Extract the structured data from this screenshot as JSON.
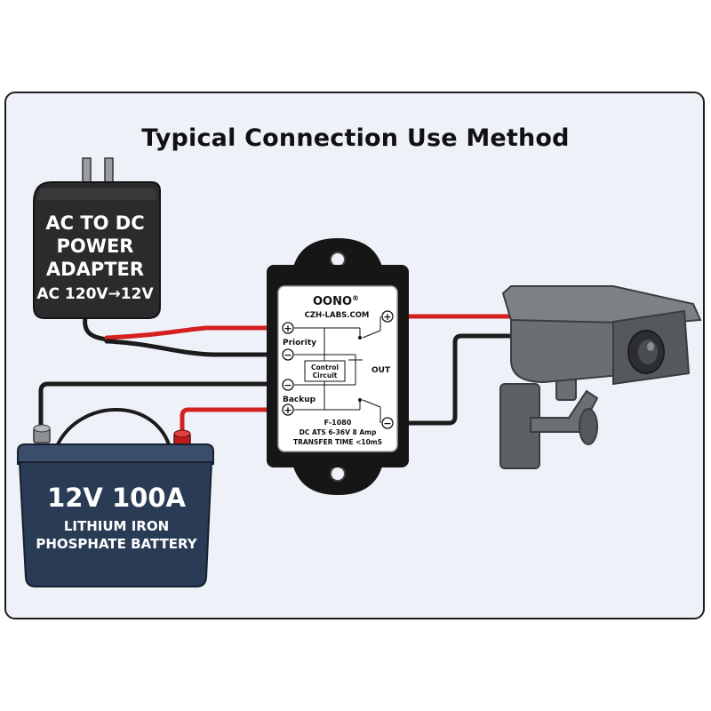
{
  "title": "Typical Connection Use Method",
  "adapter": {
    "line1": "AC TO DC",
    "line2": "POWER",
    "line3": "ADAPTER",
    "line4": "AC 120V→12V",
    "color": "#2b2b2d"
  },
  "battery": {
    "capacity": "12V 100A",
    "chem1": "LITHIUM IRON",
    "chem2": "PHOSPHATE BATTERY",
    "color": "#2a3c55"
  },
  "module": {
    "brand": "OONO",
    "reg_mark": "®",
    "site": "CZH-LABS.COM",
    "priority_label": "Priority",
    "backup_label": "Backup",
    "out_label": "OUT",
    "control_line1": "Control",
    "control_line2": "Circuit",
    "model": "F-1080",
    "spec": "DC ATS 6-36V 8 Amp",
    "transfer": "TRANSFER TIME <10mS",
    "plus": "+",
    "minus": "−"
  },
  "colors": {
    "wire_red": "#d42020",
    "wire_black": "#1b1b1b",
    "module_body": "#161616",
    "camera_gray": "#6b6e73"
  },
  "icons": [
    "power-adapter-icon",
    "battery-icon",
    "cctv-camera-icon",
    "ats-module-icon"
  ]
}
